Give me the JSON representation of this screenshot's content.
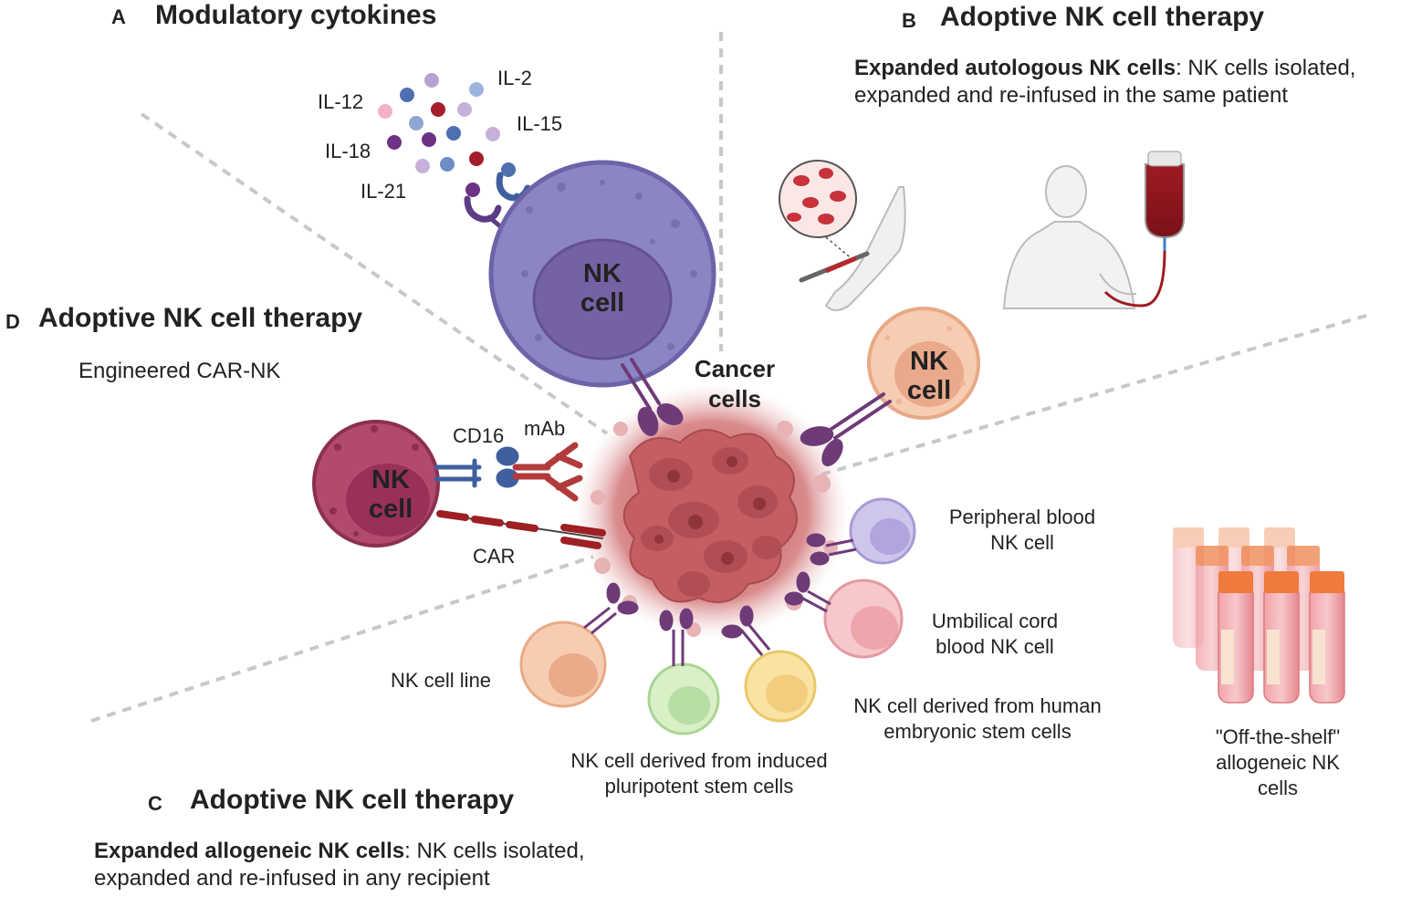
{
  "panel_a": {
    "letter": "A",
    "title": "Modulatory cytokines"
  },
  "panel_b": {
    "letter": "B",
    "title": "Adoptive NK cell therapy",
    "desc_bold": "Expanded autologous NK cells",
    "desc_rest": ": NK cells isolated,",
    "desc_line2": "expanded and re-infused in the same patient"
  },
  "panel_c": {
    "letter": "C",
    "title": "Adoptive NK cell therapy",
    "desc_bold": "Expanded allogeneic NK cells",
    "desc_rest": ": NK cells isolated,",
    "desc_line2": "expanded and re-infused in any recipient"
  },
  "panel_d": {
    "letter": "D",
    "title": "Adoptive NK cell therapy",
    "desc": "Engineered CAR-NK"
  },
  "cytokines": {
    "il2": "IL-2",
    "il12": "IL-12",
    "il15": "IL-15",
    "il18": "IL-18",
    "il21": "IL-21"
  },
  "cells": {
    "nk_main_l1": "NK",
    "nk_main_l2": "cell",
    "nk_right_l1": "NK",
    "nk_right_l2": "cell",
    "nk_car_l1": "NK",
    "nk_car_l2": "cell",
    "cancer_l1": "Cancer",
    "cancer_l2": "cells"
  },
  "receptors": {
    "cd16": "CD16",
    "mab": "mAb",
    "car": "CAR"
  },
  "sources": {
    "pb_l1": "Peripheral blood",
    "pb_l2": "NK cell",
    "uc_l1": "Umbilical cord",
    "uc_l2": "blood NK cell",
    "line": "NK cell line",
    "hesc_l1": "NK cell derived from human",
    "hesc_l2": "embryonic stem cells",
    "ipsc_l1": "NK cell derived from induced",
    "ipsc_l2": "pluripotent stem cells"
  },
  "offshelf": {
    "l1": "\"Off-the-shelf\"",
    "l2": "allogeneic NK",
    "l3": "cells"
  },
  "colors": {
    "nk_purple": "#8b85c4",
    "car_nk": "#b24a6e",
    "cancer": "#c9686c",
    "receptor": "#6e3a78"
  }
}
